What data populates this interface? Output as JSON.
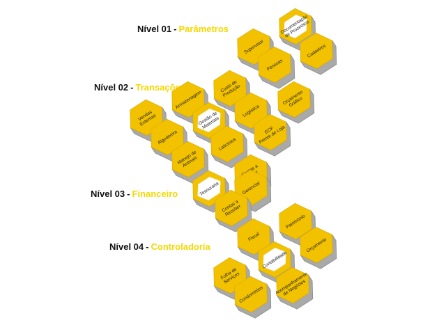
{
  "levels": [
    {
      "prefix": "Nível 01",
      "name": "Parâmetros",
      "modules": [
        {
          "lines": [
            "Supervisor"
          ],
          "highlight": false
        },
        {
          "lines": [
            "Documentação",
            "de Processos"
          ],
          "highlight": true
        },
        {
          "lines": [
            "Pessoas"
          ],
          "highlight": false
        },
        {
          "lines": [
            "Cadastros"
          ],
          "highlight": false
        }
      ]
    },
    {
      "prefix": "Nível 02",
      "name": "Transações",
      "modules": [
        {
          "lines": [
            "Vendas",
            "Externas"
          ],
          "highlight": false
        },
        {
          "lines": [
            "Armazenagem"
          ],
          "highlight": false
        },
        {
          "lines": [
            "Custo de",
            "Produção"
          ],
          "highlight": false
        },
        {
          "lines": [
            "Orçamento",
            "Gráfico"
          ],
          "highlight": false
        },
        {
          "lines": [
            "Algodoeira"
          ],
          "highlight": false
        },
        {
          "lines": [
            "Gestão de",
            "Materiais"
          ],
          "highlight": true
        },
        {
          "lines": [
            "Logística"
          ],
          "highlight": false
        },
        {
          "lines": [
            "ECF",
            "Frente de Loja"
          ],
          "highlight": false
        },
        {
          "lines": [
            "Manejo de",
            "Animais"
          ],
          "highlight": false
        },
        {
          "lines": [
            "Laticínios"
          ],
          "highlight": false
        }
      ]
    },
    {
      "prefix": "Nível 03",
      "name": "Financeiro",
      "modules": [
        {
          "lines": [
            "Tesouraria"
          ],
          "highlight": true
        },
        {
          "lines": [
            "Contas a",
            "Pagar"
          ],
          "highlight": false
        },
        {
          "lines": [
            "Gerencial"
          ],
          "highlight": false
        },
        {
          "lines": [
            "Contas a",
            "Receber"
          ],
          "highlight": false
        }
      ]
    },
    {
      "prefix": "Nível 04",
      "name": "Controladoria",
      "modules": [
        {
          "lines": [
            "Fiscal"
          ],
          "highlight": false
        },
        {
          "lines": [
            "Patrimônio"
          ],
          "highlight": false
        },
        {
          "lines": [
            "Contabilidade"
          ],
          "highlight": true
        },
        {
          "lines": [
            "Folha de",
            "Serviços"
          ],
          "highlight": false
        },
        {
          "lines": [
            "Orçamento"
          ],
          "highlight": false
        },
        {
          "lines": [
            "Condomínios"
          ],
          "highlight": false
        },
        {
          "lines": [
            "Acompanhamento",
            "de Negócios"
          ],
          "highlight": false
        }
      ]
    }
  ],
  "colors": {
    "hex_fill": "#f2c200",
    "hex_highlight": "#ffffff",
    "hex_side": "#a9a9a9",
    "hex_side_dark": "#8a8a8a",
    "title_accent": "#f5d800"
  }
}
